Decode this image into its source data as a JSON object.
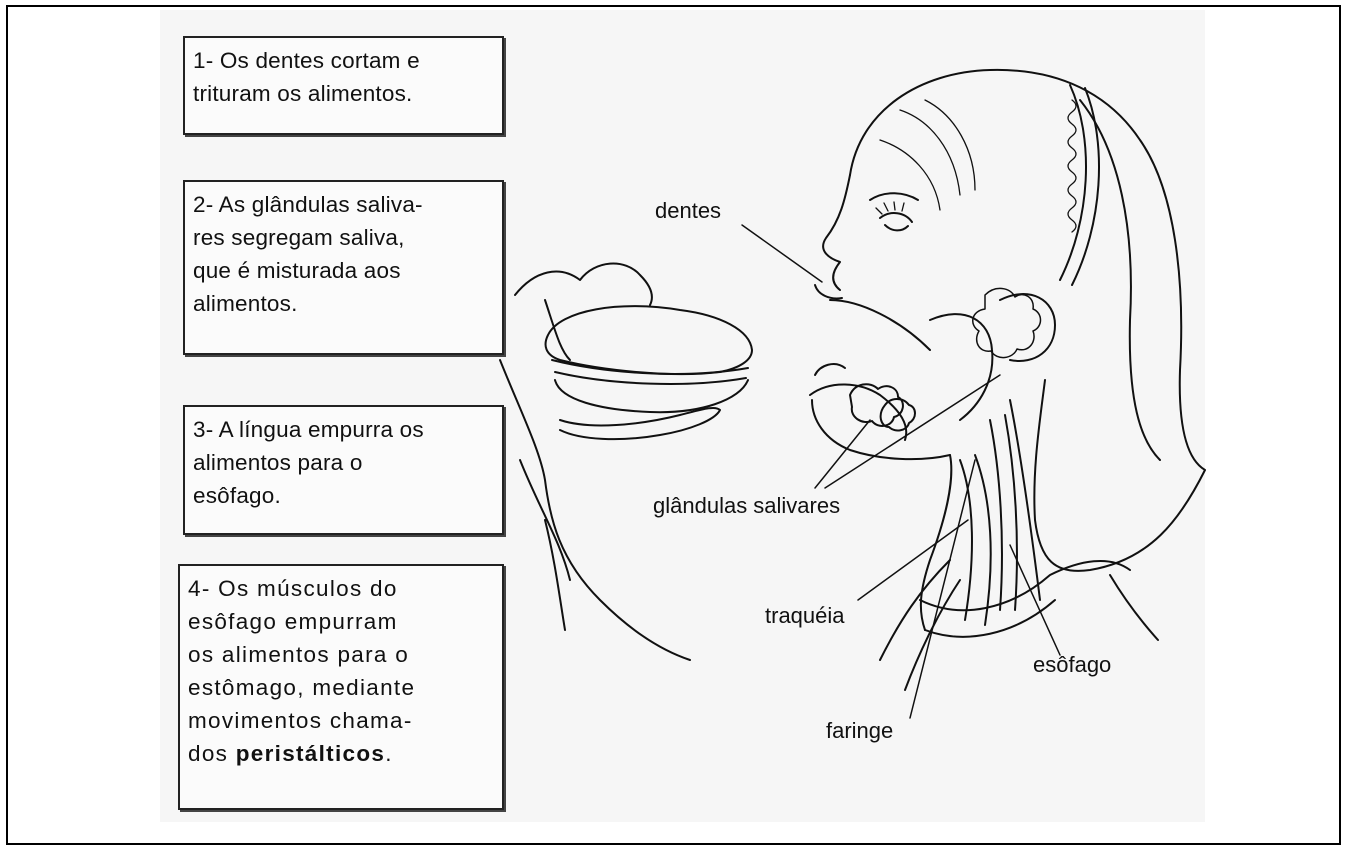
{
  "steps": [
    {
      "lines": [
        "1- Os dentes cortam e",
        "trituram os alimentos."
      ]
    },
    {
      "lines": [
        "2- As glândulas saliva-",
        "res segregam saliva,",
        "que é misturada aos",
        "alimentos."
      ]
    },
    {
      "lines": [
        "3- A língua empurra os",
        "alimentos para o",
        "esôfago."
      ]
    },
    {
      "lines": [
        "4- Os músculos do",
        "esôfago empurram",
        "os alimentos para o",
        "estômago, mediante",
        "movimentos chama-",
        "dos "
      ],
      "bold": "peristálticos",
      "tail": "."
    }
  ],
  "labels": {
    "dentes": "dentes",
    "glandulas": "glândulas salivares",
    "traqueia": "traquéia",
    "esofago": "esôfago",
    "faringe": "faringe"
  }
}
